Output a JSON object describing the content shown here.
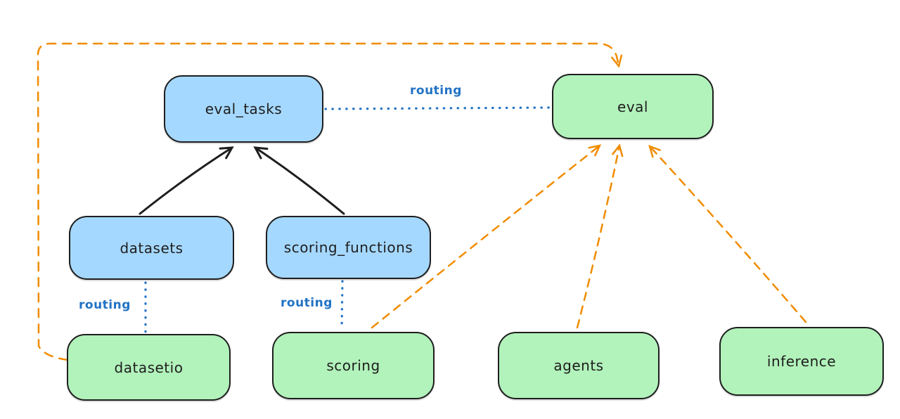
{
  "diagram": {
    "type": "flow-diagram",
    "nodes": {
      "eval_tasks": {
        "label": "eval_tasks",
        "color_name": "blue",
        "fill": "#a5d8ff"
      },
      "eval": {
        "label": "eval",
        "color_name": "green",
        "fill": "#b2f2bb"
      },
      "datasets": {
        "label": "datasets",
        "color_name": "blue",
        "fill": "#a5d8ff"
      },
      "scoring_functions": {
        "label": "scoring_functions",
        "color_name": "blue",
        "fill": "#a5d8ff"
      },
      "datasetio": {
        "label": "datasetio",
        "color_name": "green",
        "fill": "#b2f2bb"
      },
      "scoring": {
        "label": "scoring",
        "color_name": "green",
        "fill": "#b2f2bb"
      },
      "agents": {
        "label": "agents",
        "color_name": "green",
        "fill": "#b2f2bb"
      },
      "inference": {
        "label": "inference",
        "color_name": "green",
        "fill": "#b2f2bb"
      }
    },
    "edges": [
      {
        "id": "eval_tasks-eval",
        "from": "eval_tasks",
        "to": "eval",
        "style": "dotted",
        "color": "#2273c4",
        "label": "routing"
      },
      {
        "id": "datasets-datasetio",
        "from": "datasets",
        "to": "datasetio",
        "style": "dotted",
        "color": "#2273c4",
        "label": "routing"
      },
      {
        "id": "scoring_functions-scoring",
        "from": "scoring_functions",
        "to": "scoring",
        "style": "dotted",
        "color": "#2273c4",
        "label": "routing"
      },
      {
        "id": "datasets-eval_tasks",
        "from": "datasets",
        "to": "eval_tasks",
        "style": "solid-arrow",
        "color": "#1e1e1e"
      },
      {
        "id": "scoring_functions-eval_tasks",
        "from": "scoring_functions",
        "to": "eval_tasks",
        "style": "solid-arrow",
        "color": "#1e1e1e"
      },
      {
        "id": "scoring-eval",
        "from": "scoring",
        "to": "eval",
        "style": "dashed-arrow",
        "color": "#f08c00"
      },
      {
        "id": "agents-eval",
        "from": "agents",
        "to": "eval",
        "style": "dashed-arrow",
        "color": "#f08c00"
      },
      {
        "id": "inference-eval",
        "from": "inference",
        "to": "eval",
        "style": "dashed-arrow",
        "color": "#f08c00"
      },
      {
        "id": "datasetio-eval",
        "from": "datasetio",
        "to": "eval",
        "style": "dashed-arrow-elbow",
        "color": "#f08c00"
      }
    ],
    "colors": {
      "node_blue_fill": "#a5d8ff",
      "node_green_fill": "#b2f2bb",
      "node_stroke": "#1e1e1e",
      "routing_blue": "#2273c4",
      "arrow_orange": "#f08c00",
      "background": "#ffffff"
    }
  }
}
